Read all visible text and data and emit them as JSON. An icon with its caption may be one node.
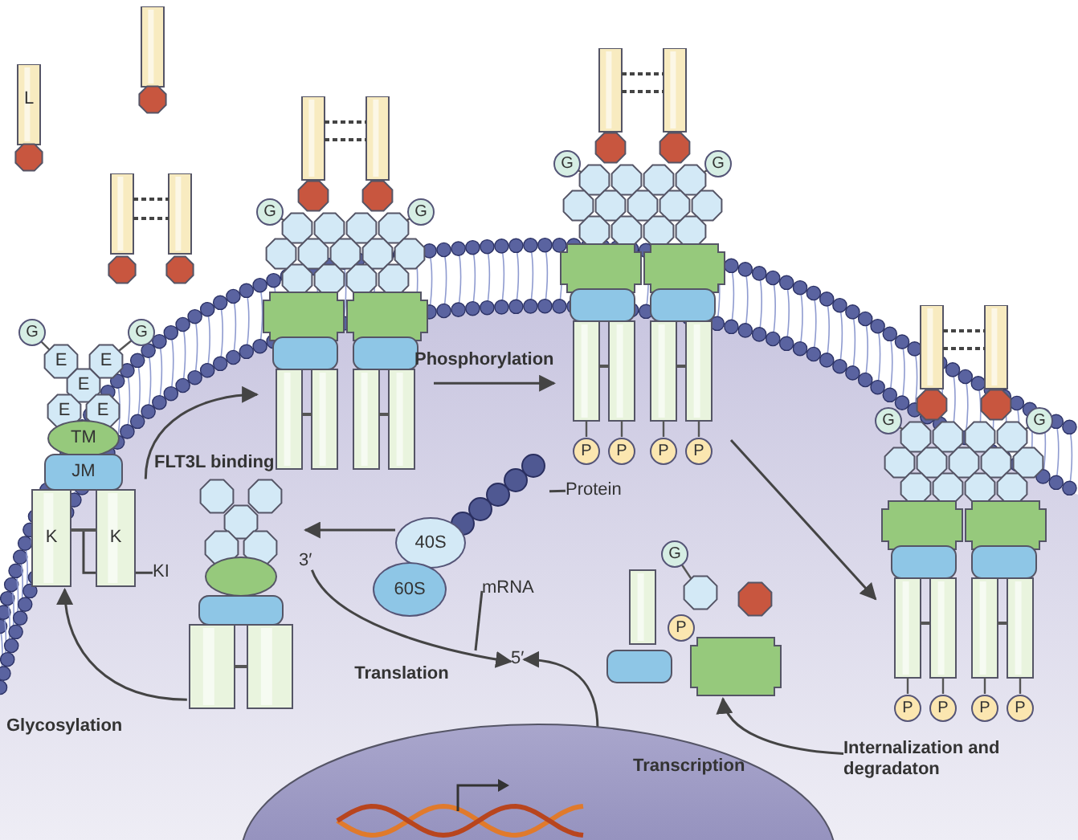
{
  "diagram": {
    "nodes": [
      {
        "text": [],
        "shape": "picture"
      },
      {
        "text": [
          "L"
        ]
      },
      {
        "text": [],
        "shape": "picture"
      },
      {
        "text": [],
        "shape": "picture"
      },
      {
        "text": [],
        "shape": "picture"
      },
      {
        "text": [],
        "shape": "picture"
      },
      {
        "text": [],
        "shape": "picture"
      },
      {
        "text": [
          "Protein"
        ]
      },
      {
        "text": [],
        "shape": "picture"
      },
      {
        "text": [],
        "shape": "picture"
      },
      {
        "text": [
          "3′"
        ]
      },
      {
        "text": [
          "40S"
        ]
      },
      {
        "text": [
          "60S"
        ]
      },
      {
        "text": [
          "mRNA"
        ]
      },
      {
        "text": [
          "KI"
        ]
      },
      {
        "text": [
          "5′"
        ]
      },
      {
        "text": [],
        "shape": "picture"
      },
      {
        "text": [],
        "shape": "picture"
      },
      {
        "text": [
          "Internalization and degradaton"
        ]
      }
    ],
    "edges": [
      {
        "from": 17,
        "to": 15,
        "arrow": "to",
        "label": "Transcription"
      },
      {
        "from": 10,
        "to": 15,
        "arrow": "to"
      },
      {
        "from": 13,
        "to": null,
        "arrow": "none"
      },
      {
        "from": 7,
        "to": 6,
        "arrow": "none"
      },
      {
        "from": 11,
        "to": 9,
        "arrow": "to"
      },
      {
        "from": 9,
        "to": 5,
        "arrow": "to",
        "label": "Glycosylation"
      },
      {
        "from": 5,
        "to": 3,
        "arrow": "to",
        "label": "FLT3L binding"
      },
      {
        "from": 3,
        "to": 4,
        "arrow": "to",
        "label": "Phosphorylation"
      },
      {
        "from": 4,
        "to": 8,
        "arrow": "to"
      },
      {
        "from": 18,
        "to": 16,
        "arrow": "to"
      },
      {
        "from": 14,
        "to": 5,
        "arrow": "none"
      }
    ],
    "labels": [
      "G",
      "G",
      "G",
      "G",
      "G",
      "G",
      "G",
      "G",
      "E",
      "E",
      "E",
      "E",
      "E",
      "TM",
      "JM",
      "P",
      "P",
      "P",
      "P",
      "K",
      "K",
      "Translation",
      "G",
      "P",
      "P",
      "P",
      "P",
      "P"
    ]
  }
}
